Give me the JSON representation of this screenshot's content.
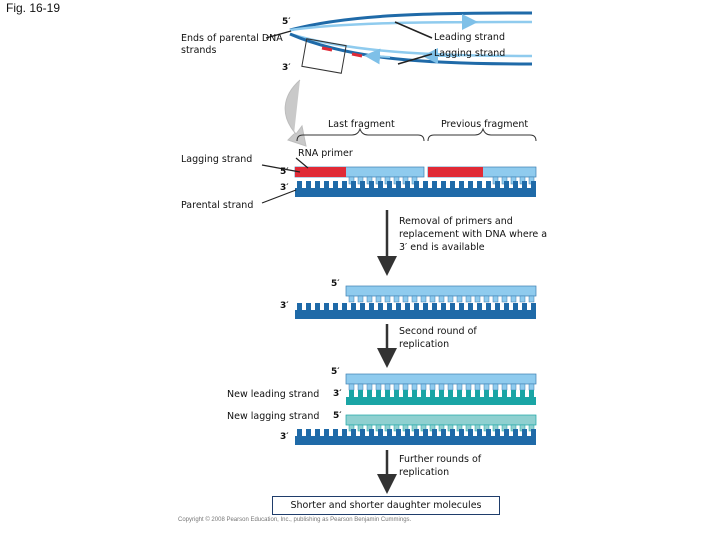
{
  "figure": {
    "title": "Fig. 16-19"
  },
  "top_panel": {
    "ends_label": "Ends of parental DNA strands",
    "leading_label": "Leading strand",
    "lagging_label": "Lagging strand",
    "five_prime": "5′",
    "three_prime": "3′"
  },
  "fragment_panel": {
    "last_fragment": "Last fragment",
    "previous_fragment": "Previous fragment",
    "rna_primer": "RNA primer",
    "lagging_strand": "Lagging strand",
    "parental_strand": "Parental strand",
    "five_prime": "5′",
    "three_prime": "3′"
  },
  "steps": [
    {
      "text": "Removal of primers and replacement with DNA where a 3′ end is available"
    },
    {
      "text": "Second round of replication"
    },
    {
      "text": "Further rounds of replication"
    }
  ],
  "removal_panel": {
    "five_prime": "5′",
    "three_prime": "3′"
  },
  "second_round_panel": {
    "new_leading": "New leading strand",
    "new_lagging": "New lagging strand",
    "five_prime_top": "5′",
    "three_prime_mid": "3′",
    "five_prime_lagging": "5′",
    "three_prime_bottom": "3′"
  },
  "result": {
    "text": "Shorter and shorter daughter molecules"
  },
  "copyright": "Copyright © 2008 Pearson Education, Inc., publishing as Pearson Benjamin Cummings.",
  "colors": {
    "dark_blue": "#1f6aa8",
    "light_blue": "#8fcbee",
    "primer_red": "#e02a36",
    "teal": "#1aa5a5"
  }
}
